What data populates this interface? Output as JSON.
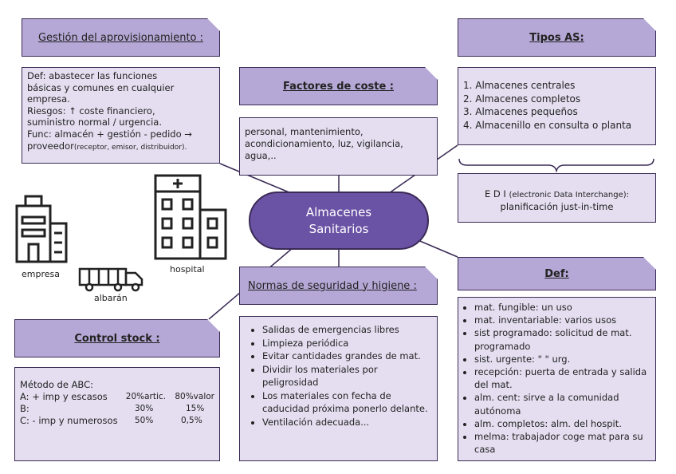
{
  "center": {
    "line1": "Almacenes",
    "line2": "Sanitarios"
  },
  "gestion": {
    "title": "Gestión del aprovisionamiento :",
    "lines": [
      "Def: abastecer las funciones",
      "básicas y comunes en cualquier",
      "empresa.",
      "Riesgos: ↑ coste financiero,",
      "suministro normal / urgencia.",
      "Func: almacén + gestión - pedido →"
    ],
    "last_main": "proveedor",
    "last_small": "(receptor, emisor, distribuidor)."
  },
  "factores": {
    "title": "Factores de coste :",
    "text": "personal, mantenimiento, acondicionamiento, luz, vigilancia, agua,.."
  },
  "tipos": {
    "title": "Tipos AS:",
    "items": [
      "1. Almacenes centrales",
      "2. Almacenes completos",
      "3. Almacenes pequeños",
      "4. Almacenillo en consulta o planta"
    ]
  },
  "edi": {
    "line1_main": "E D I",
    "line1_small": "(electronic Data Interchange):",
    "line2": "planificación just-in-time"
  },
  "icons": {
    "empresa": "empresa",
    "hospital": "hospital",
    "albaran": "albarán"
  },
  "normas": {
    "title": "Normas de seguridad y higiene :",
    "items": [
      "Salidas de emergencias libres",
      "Limpieza periódica",
      "Evitar cantidades grandes de mat.",
      "Dividir los materiales por peligrosidad",
      "Los materiales con fecha de caducidad próxima ponerlo delante.",
      "Ventilación adecuada..."
    ]
  },
  "control": {
    "title": "Control stock :",
    "header": "Método de ABC:",
    "rows": [
      {
        "label": "A: + imp y escasos",
        "c1": "20%artic.",
        "c2": "80%valor"
      },
      {
        "label": "B:",
        "c1": "30%",
        "c2": "15%"
      },
      {
        "label": "C: - imp y numerosos",
        "c1": "50%",
        "c2": "0,5%"
      }
    ]
  },
  "def": {
    "title": "Def:",
    "items": [
      "mat. fungible: un uso",
      "mat. inventariable:  varios usos",
      "sist programado: solicitud de mat. programado",
      "sist. urgente: \" \" urg.",
      "recepción: puerta de entrada y salida del mat.",
      "alm. cent: sirve a la comunidad autónoma",
      "alm. completos:  alm. del hospit.",
      "melma: trabajador coge mat para su casa"
    ]
  },
  "colors": {
    "header": "#b6a8d6",
    "box": "#e4def0",
    "center": "#6a52a5",
    "border": "#3a2a55"
  }
}
